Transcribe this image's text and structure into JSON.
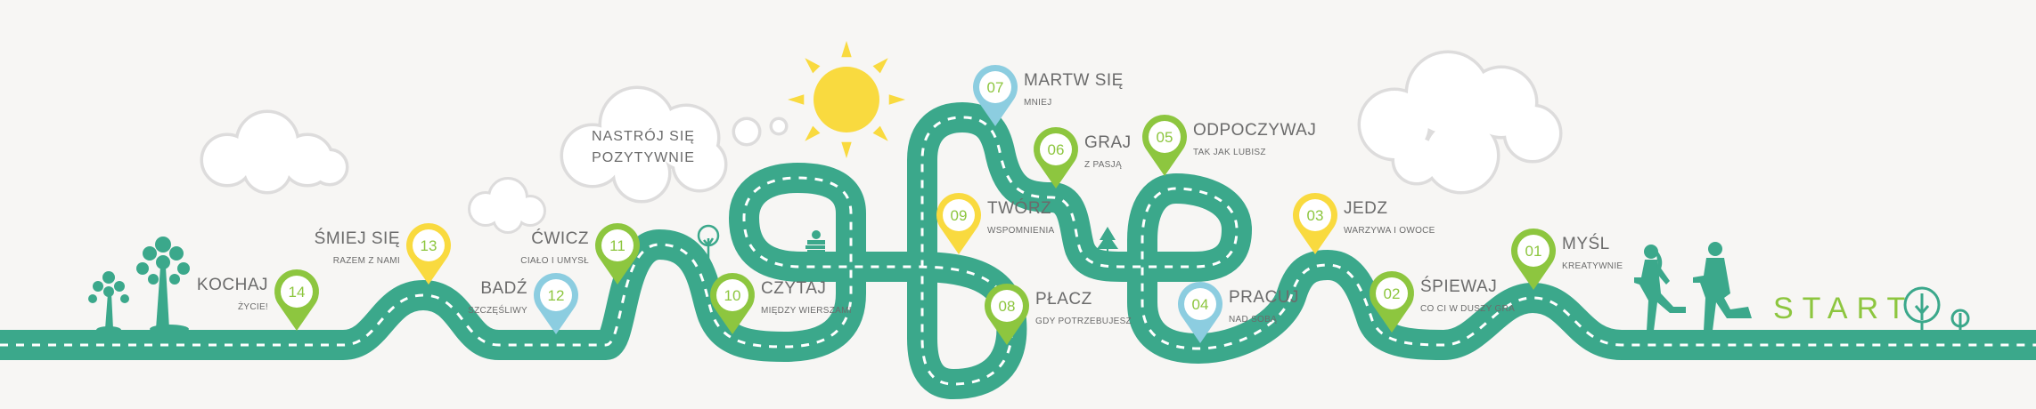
{
  "colors": {
    "background": "#f7f6f4",
    "road": "#3ba88b",
    "green": "#8dc63f",
    "yellow": "#f9da3f",
    "blue": "#8ccde0",
    "text": "#6b6b6b",
    "cloud_outline": "#dddcdc",
    "sun": "#f9da3f"
  },
  "cloud_text": {
    "line1": "NASTRÓJ SIĘ",
    "line2": "POZYTYWNIE"
  },
  "start_label": "START",
  "pins": [
    {
      "number": "14",
      "title": "KOCHAJ",
      "subtitle": "ŻYCIE!",
      "color": "green"
    },
    {
      "number": "13",
      "title": "ŚMIEJ SIĘ",
      "subtitle": "RAZEM Z NAMI",
      "color": "yellow"
    },
    {
      "number": "12",
      "title": "BADŹ",
      "subtitle": "SZCZĘŚLIWY",
      "color": "blue"
    },
    {
      "number": "11",
      "title": "ĆWICZ",
      "subtitle": "CIAŁO I UMYSŁ",
      "color": "green"
    },
    {
      "number": "10",
      "title": "CZYTAJ",
      "subtitle": "MIĘDZY WIERSZAMI",
      "color": "green"
    },
    {
      "number": "09",
      "title": "TWÓRZ",
      "subtitle": "WSPOMNIENIA",
      "color": "yellow"
    },
    {
      "number": "08",
      "title": "PŁACZ",
      "subtitle": "GDY POTRZEBUJESZ",
      "color": "green"
    },
    {
      "number": "07",
      "title": "MARTW SIĘ",
      "subtitle": "MNIEJ",
      "color": "blue"
    },
    {
      "number": "06",
      "title": "GRAJ",
      "subtitle": "Z PASJĄ",
      "color": "green"
    },
    {
      "number": "05",
      "title": "ODPOCZYWAJ",
      "subtitle": "TAK JAK LUBISZ",
      "color": "green"
    },
    {
      "number": "04",
      "title": "PRACUJ",
      "subtitle": "NAD SOBĄ",
      "color": "blue"
    },
    {
      "number": "03",
      "title": "JEDZ",
      "subtitle": "WARZYWA I OWOCE",
      "color": "yellow"
    },
    {
      "number": "02",
      "title": "ŚPIEWAJ",
      "subtitle": "CO CI W DUSZY GRA",
      "color": "green"
    },
    {
      "number": "01",
      "title": "MYŚL",
      "subtitle": "KREATYWNIE",
      "color": "green"
    }
  ]
}
